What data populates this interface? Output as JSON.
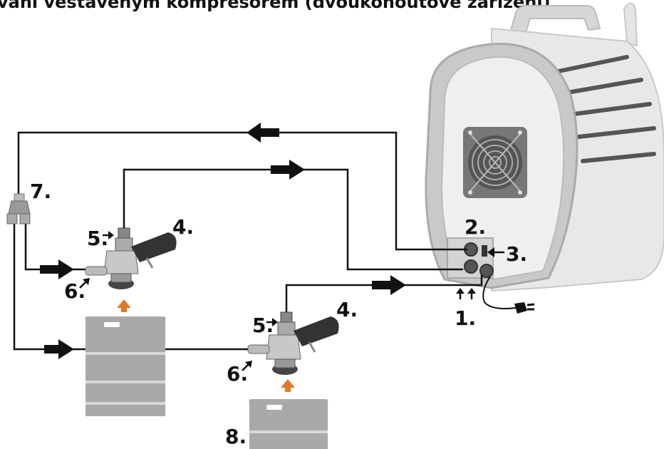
{
  "title": "vání vestavěným kompresorem (dvoukohoutové zařízení)",
  "labels": {
    "n1": "1.",
    "n2": "2.",
    "n3": "3.",
    "n4a": "4.",
    "n4b": "4.",
    "n5a": "5.",
    "n5b": "5.",
    "n6a": "6.",
    "n6b": "6.",
    "n7": "7.",
    "n8": "8."
  },
  "colors": {
    "line": "#111111",
    "arrow": "#111111",
    "orange_arrow": "#e07a2a",
    "keg": "#a9a9a9",
    "cooler": "#e3e3e3"
  },
  "icons": [
    "fan-icon",
    "power-plug-icon",
    "switch-icon",
    "coupler-icon",
    "keg-icon",
    "y-splitter-icon"
  ]
}
